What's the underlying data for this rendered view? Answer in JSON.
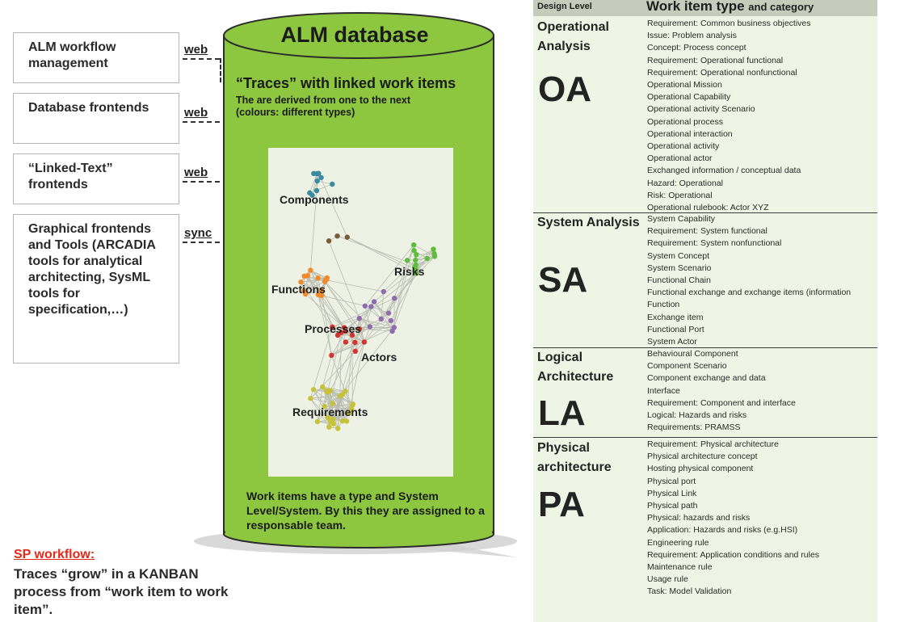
{
  "left_boxes": [
    {
      "label": "ALM workflow management",
      "connector": "web"
    },
    {
      "label": "Database frontends",
      "connector": "web"
    },
    {
      "label": "“Linked-Text” frontends",
      "connector": "web"
    },
    {
      "label": "Graphical frontends and Tools (ARCADIA tools for analytical architecting, SysML tools for specification,…)",
      "connector": "sync"
    }
  ],
  "database": {
    "title": "ALM database",
    "traces": "“Traces” with linked work items",
    "derived": "The are derived from one to the next (colours: different types)",
    "note": "Work items have a type and System Level/System. By this they are assigned to a responsable team."
  },
  "graph": {
    "labels": [
      "Components",
      "Functions",
      "Risks",
      "Processes",
      "Actors",
      "Requirements"
    ],
    "colors": {
      "components": "#3a8aa0",
      "functions": "#f08a2a",
      "risks": "#5fbd3e",
      "processes": "#d5332e",
      "actors": "#8f6bb0",
      "requirements": "#c6c23a",
      "misc": "#7a5a3a"
    }
  },
  "sp": {
    "title": "SP workflow:",
    "text": "Traces “grow” in a KANBAN process from “work item to work item”."
  },
  "table": {
    "header": {
      "level": "Design Level",
      "type": "Work item type",
      "type_suffix": "and category"
    },
    "sections": [
      {
        "level": "Operational Analysis",
        "abbr": "OA",
        "items": [
          "Requirement: Common business objectives",
          "Issue: Problem analysis",
          "Concept: Process concept",
          "Requirement: Operational functional",
          "Requirement: Operational nonfunctional",
          "Operational Mission",
          "Operational Capability",
          "Operational activity Scenario",
          "Operational process",
          "Operational interaction",
          "Operational activity",
          "Operational actor",
          "Exchanged information / conceptual data",
          "Hazard: Operational",
          "Risk: Operational",
          "Operational rulebook: Actor XYZ"
        ]
      },
      {
        "level": "System Analysis",
        "abbr": "SA",
        "items": [
          "System Capability",
          "Requirement: System functional",
          "Requirement: System nonfunctional",
          "System Concept",
          "System Scenario",
          "Functional Chain",
          "Functional exchange and exchange items (information",
          "Function",
          "Exchange item",
          "Functional Port",
          "System Actor"
        ]
      },
      {
        "level": "Logical Architecture",
        "abbr": "LA",
        "items": [
          "Behavioural Component",
          "Component Scenario",
          "Component exchange and data",
          "Interface",
          "Requirement: Component and interface",
          "Logical: Hazards and risks",
          "Requirements: PRAMSS"
        ]
      },
      {
        "level": "Physical architecture",
        "abbr": "PA",
        "items": [
          "Requirement: Physical architecture",
          "Physical architecture concept",
          "Hosting physical component",
          "Physical port",
          "Physical Link",
          "Physical path",
          "Physical: hazards and risks",
          "Application: Hazards and risks (e.g.HSI)",
          "Engineering rule",
          "Requirement: Application conditions and rules",
          "Maintenance rule",
          "Usage rule",
          "Task: Model Validation"
        ]
      }
    ]
  }
}
